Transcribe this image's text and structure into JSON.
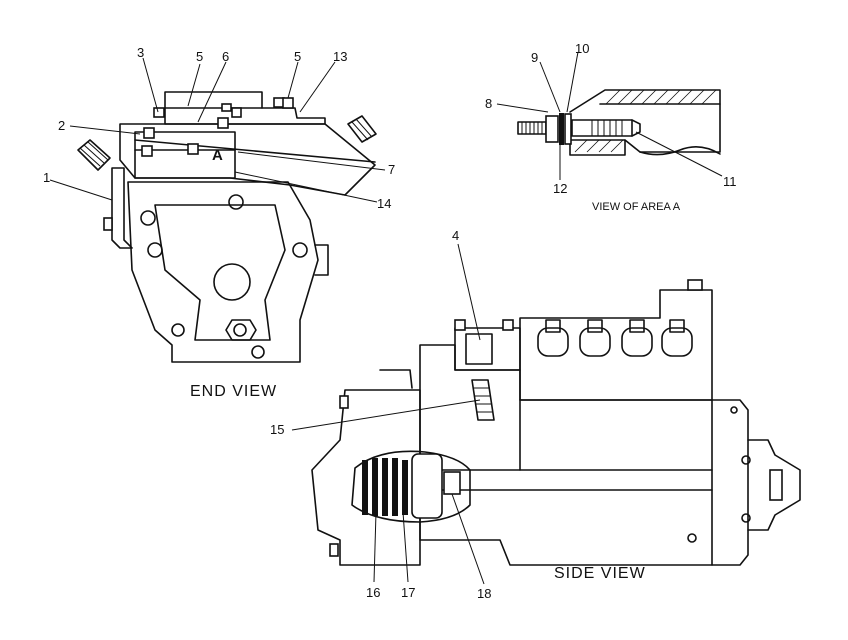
{
  "captions": {
    "end_view": "END  VIEW",
    "side_view": "SIDE  VIEW",
    "area_view": "VIEW OF AREA A",
    "area_letter": "A"
  },
  "callouts": {
    "c1": "1",
    "c2": "2",
    "c3": "3",
    "c4": "4",
    "c5a": "5",
    "c5b": "5",
    "c6": "6",
    "c7": "7",
    "c8": "8",
    "c9": "9",
    "c10": "10",
    "c11": "11",
    "c12": "12",
    "c13": "13",
    "c14": "14",
    "c15": "15",
    "c16": "16",
    "c17": "17",
    "c18": "18"
  }
}
